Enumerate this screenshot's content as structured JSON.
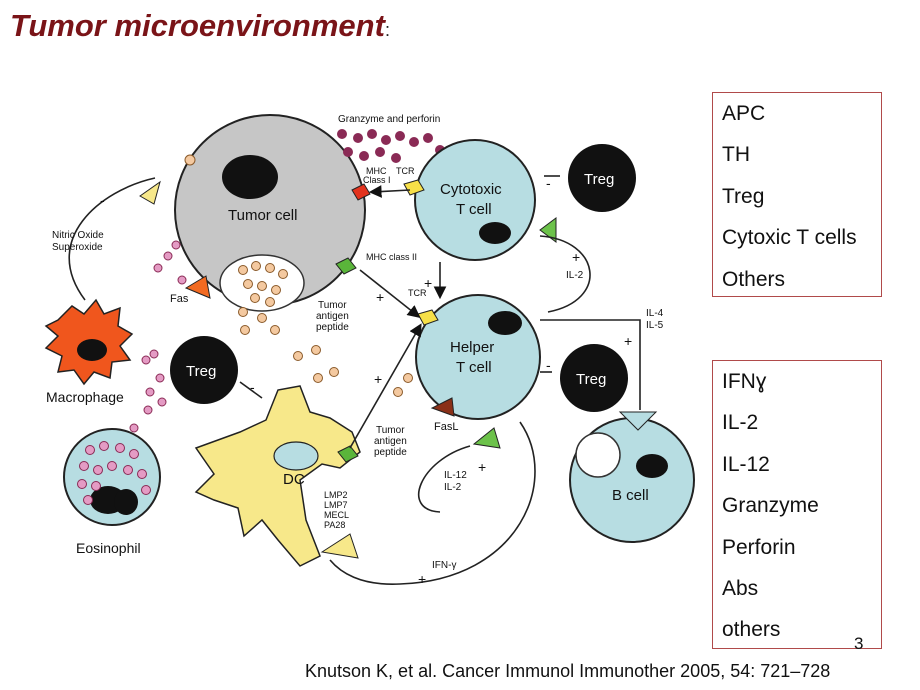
{
  "title": "Tumor microenvironment",
  "title_punct": ":",
  "diagram": {
    "tumor_cell": "Tumor cell",
    "cytotoxic": [
      "Cytotoxic",
      "T cell"
    ],
    "helper": [
      "Helper",
      "T cell"
    ],
    "b_cell": "B cell",
    "dc": "DC",
    "macrophage": "Macrophage",
    "eosinophil": "Eosinophil",
    "treg": "Treg",
    "granzyme_perforin": "Granzyme and perforin",
    "mhc_class_i": [
      "MHC",
      "Class I"
    ],
    "tcr": "TCR",
    "mhc_class_ii": "MHC class II",
    "nitric_oxide": [
      "Nitric Oxide",
      "Superoxide"
    ],
    "fas": "Fas",
    "fasl": "FasL",
    "tumor_antigen_peptide": [
      "Tumor",
      "antigen",
      "peptide"
    ],
    "il2": "IL-2",
    "il4_il5": [
      "IL-4",
      "IL-5"
    ],
    "il12_il2": [
      "IL-12",
      "IL-2"
    ],
    "ifn_gamma": "IFN-γ",
    "proteasome": [
      "LMP2",
      "LMP7",
      "MECL",
      "PA28"
    ],
    "plus": "+",
    "minus": "-"
  },
  "legend_cells": [
    "APC",
    "TH",
    "Treg",
    "Cytoxic T cells",
    "Others"
  ],
  "legend_factors": [
    "IFNɣ",
    "IL-2",
    "IL-12",
    "Granzyme",
    "Perforin",
    "Abs",
    "others"
  ],
  "page_number": "3",
  "citation": "Knutson K, et al. Cancer Immunol Immunother 2005, 54: 721–728"
}
